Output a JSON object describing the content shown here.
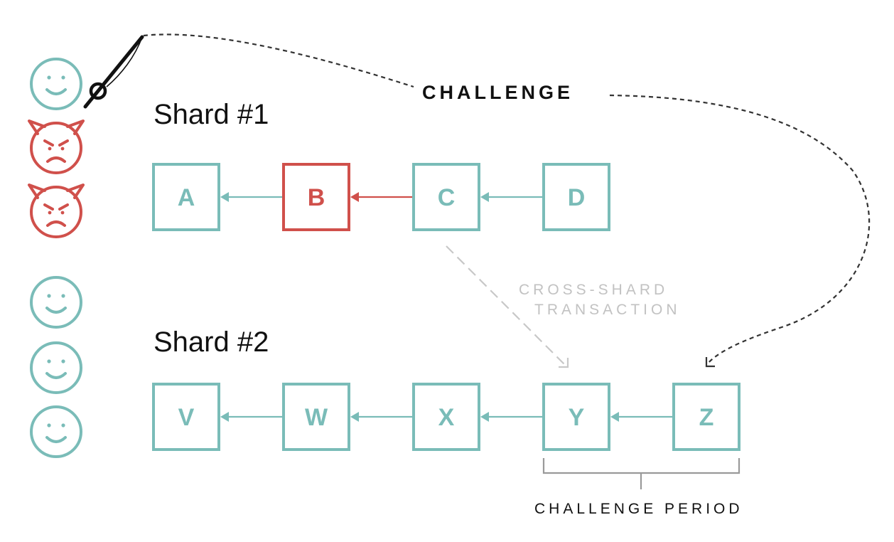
{
  "colors": {
    "honest": "#7abcb8",
    "malicious": "#d0504b",
    "text": "#111111",
    "cross": "#c8c8c8",
    "bracket": "#9a9a9a"
  },
  "icons": {
    "honest": "smiley-face-icon",
    "malicious": "devil-face-icon",
    "tool": "fishing-rod-icon"
  },
  "validators": [
    {
      "kind": "honest"
    },
    {
      "kind": "malicious"
    },
    {
      "kind": "malicious"
    },
    {
      "kind": "honest"
    },
    {
      "kind": "honest"
    },
    {
      "kind": "honest"
    }
  ],
  "shard1": {
    "title": "Shard #1",
    "blocks": [
      {
        "label": "A",
        "status": "honest"
      },
      {
        "label": "B",
        "status": "malicious"
      },
      {
        "label": "C",
        "status": "honest"
      },
      {
        "label": "D",
        "status": "honest"
      }
    ]
  },
  "shard2": {
    "title": "Shard #2",
    "blocks": [
      {
        "label": "V",
        "status": "honest"
      },
      {
        "label": "W",
        "status": "honest"
      },
      {
        "label": "X",
        "status": "honest"
      },
      {
        "label": "Y",
        "status": "honest"
      },
      {
        "label": "Z",
        "status": "honest"
      }
    ]
  },
  "labels": {
    "challenge": "CHALLENGE",
    "cross_shard_line1": "CROSS-SHARD",
    "cross_shard_line2": "TRANSACTION",
    "challenge_period": "CHALLENGE PERIOD"
  }
}
